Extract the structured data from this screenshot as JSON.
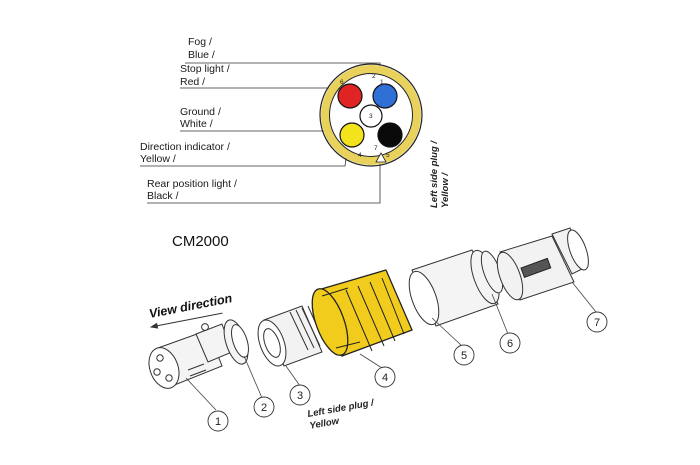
{
  "wiring": {
    "labels": [
      {
        "line1": "Fog /",
        "line2": "Blue /"
      },
      {
        "line1": "Stop light /",
        "line2": "Red /"
      },
      {
        "line1": "Ground /",
        "line2": "White /"
      },
      {
        "line1": "Direction indicator /",
        "line2": "Yellow /"
      },
      {
        "line1": "Rear position light /",
        "line2": "Black /"
      }
    ],
    "pins": [
      "2",
      "6",
      "3",
      "7",
      "4",
      "1",
      "5"
    ],
    "pin_colors": {
      "fog": "#2f6fd6",
      "stop": "#e02323",
      "ground": "#ffffff",
      "indicator": "#f3e31c",
      "rear": "#0a0a0a"
    },
    "ring_color": "#e9d25c",
    "side_note": {
      "line1": "Left side plug /",
      "line2": "Yellow /"
    }
  },
  "model": "CM2000",
  "view_direction": "View direction",
  "bottom_note": {
    "line1": "Left side plug /",
    "line2": "Yellow"
  },
  "callouts": [
    "1",
    "2",
    "3",
    "4",
    "5",
    "6",
    "7"
  ],
  "coupling_color": "#f2cc1c"
}
